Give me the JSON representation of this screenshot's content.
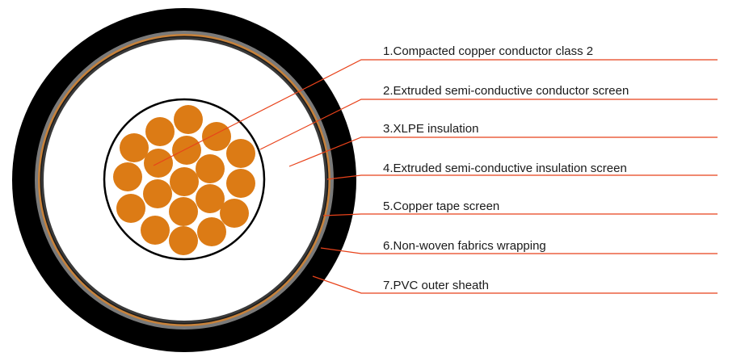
{
  "colors": {
    "sheath": "#000000",
    "wrapping": "#7a7a7a",
    "copper_tape": "#c8823a",
    "copper_conductor": "#dc7b15",
    "insulation": "#ffffff",
    "leader_line": "#e8421a"
  },
  "layers": [
    {
      "number": 1,
      "label": "1.Compacted copper conductor class 2"
    },
    {
      "number": 2,
      "label": "2.Extruded semi-conductive conductor screen"
    },
    {
      "number": 3,
      "label": "3.XLPE insulation"
    },
    {
      "number": 4,
      "label": "4.Extruded semi-conductive insulation screen"
    },
    {
      "number": 5,
      "label": "5.Copper tape screen"
    },
    {
      "number": 6,
      "label": "6.Non-woven fabrics wrapping"
    },
    {
      "number": 7,
      "label": "7.PVC outer sheath"
    }
  ]
}
